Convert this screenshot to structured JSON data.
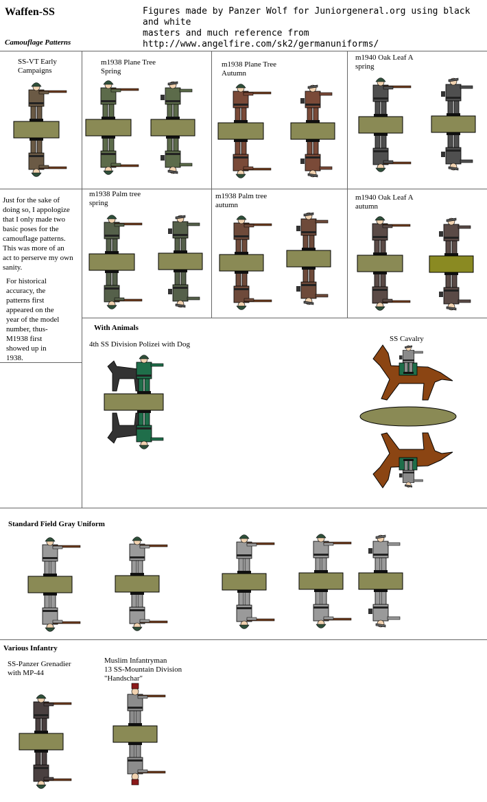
{
  "page": {
    "title": "Waffen-SS",
    "credit": [
      "Figures made by Panzer Wolf for Juniorgeneral.org using black and white",
      "masters and much reference from",
      "http://www.angelfire.com/sk2/germanuniforms/"
    ]
  },
  "camouflage": {
    "heading": "Camouflage Patterns",
    "cells": [
      {
        "label": [
          "SS-VT Early",
          "Campaigns"
        ]
      },
      {
        "label": [
          "m1938 Plane Tree",
          "Spring"
        ]
      },
      {
        "label": [
          "m1938 Plane Tree",
          "Autumn"
        ]
      },
      {
        "label": [
          "m1940 Oak Leaf A",
          "spring"
        ]
      },
      {
        "label": [
          "m1938 Palm tree",
          "spring"
        ]
      },
      {
        "label": [
          "m1938 Palm tree",
          "autumn"
        ]
      },
      {
        "label": [
          "m1940 Oak Leaf A",
          "autumn"
        ]
      }
    ],
    "note1": [
      "Just for the sake of",
      "doing so, I appologize",
      "that I only made two",
      "basic poses for the",
      "camouflage patterns.",
      "This was more of an",
      "act to perserve my own",
      "sanity."
    ],
    "note2": [
      "For historical",
      "accuracy, the",
      "patterns first",
      "appeared on the",
      "year of the model",
      "number, thus-",
      "M1938 first",
      "showed up in",
      "1938."
    ]
  },
  "animals": {
    "heading": "With Animals",
    "dog_label": "4th SS Division Polizei with Dog",
    "cavalry_label": "SS Cavalry"
  },
  "field_gray": {
    "heading": "Standard Field Gray Uniform"
  },
  "infantry": {
    "heading": "Various Infantry",
    "panzer_label": [
      "SS-Panzer Grenadier",
      "with MP-44"
    ],
    "muslim_label": [
      "Muslim Infantryman",
      "13 SS-Mountain Division",
      "\"Handschar\""
    ]
  },
  "colors": {
    "base": "#8a8a55",
    "base_alt": "#8a8a22",
    "helmet": "#2f4f3a",
    "rifle": "#6b3a1e",
    "field_gray": "#9a9a9a",
    "horse": "#8b4513",
    "police_green": "#1f6e4a",
    "fez": "#8b1a1a"
  }
}
